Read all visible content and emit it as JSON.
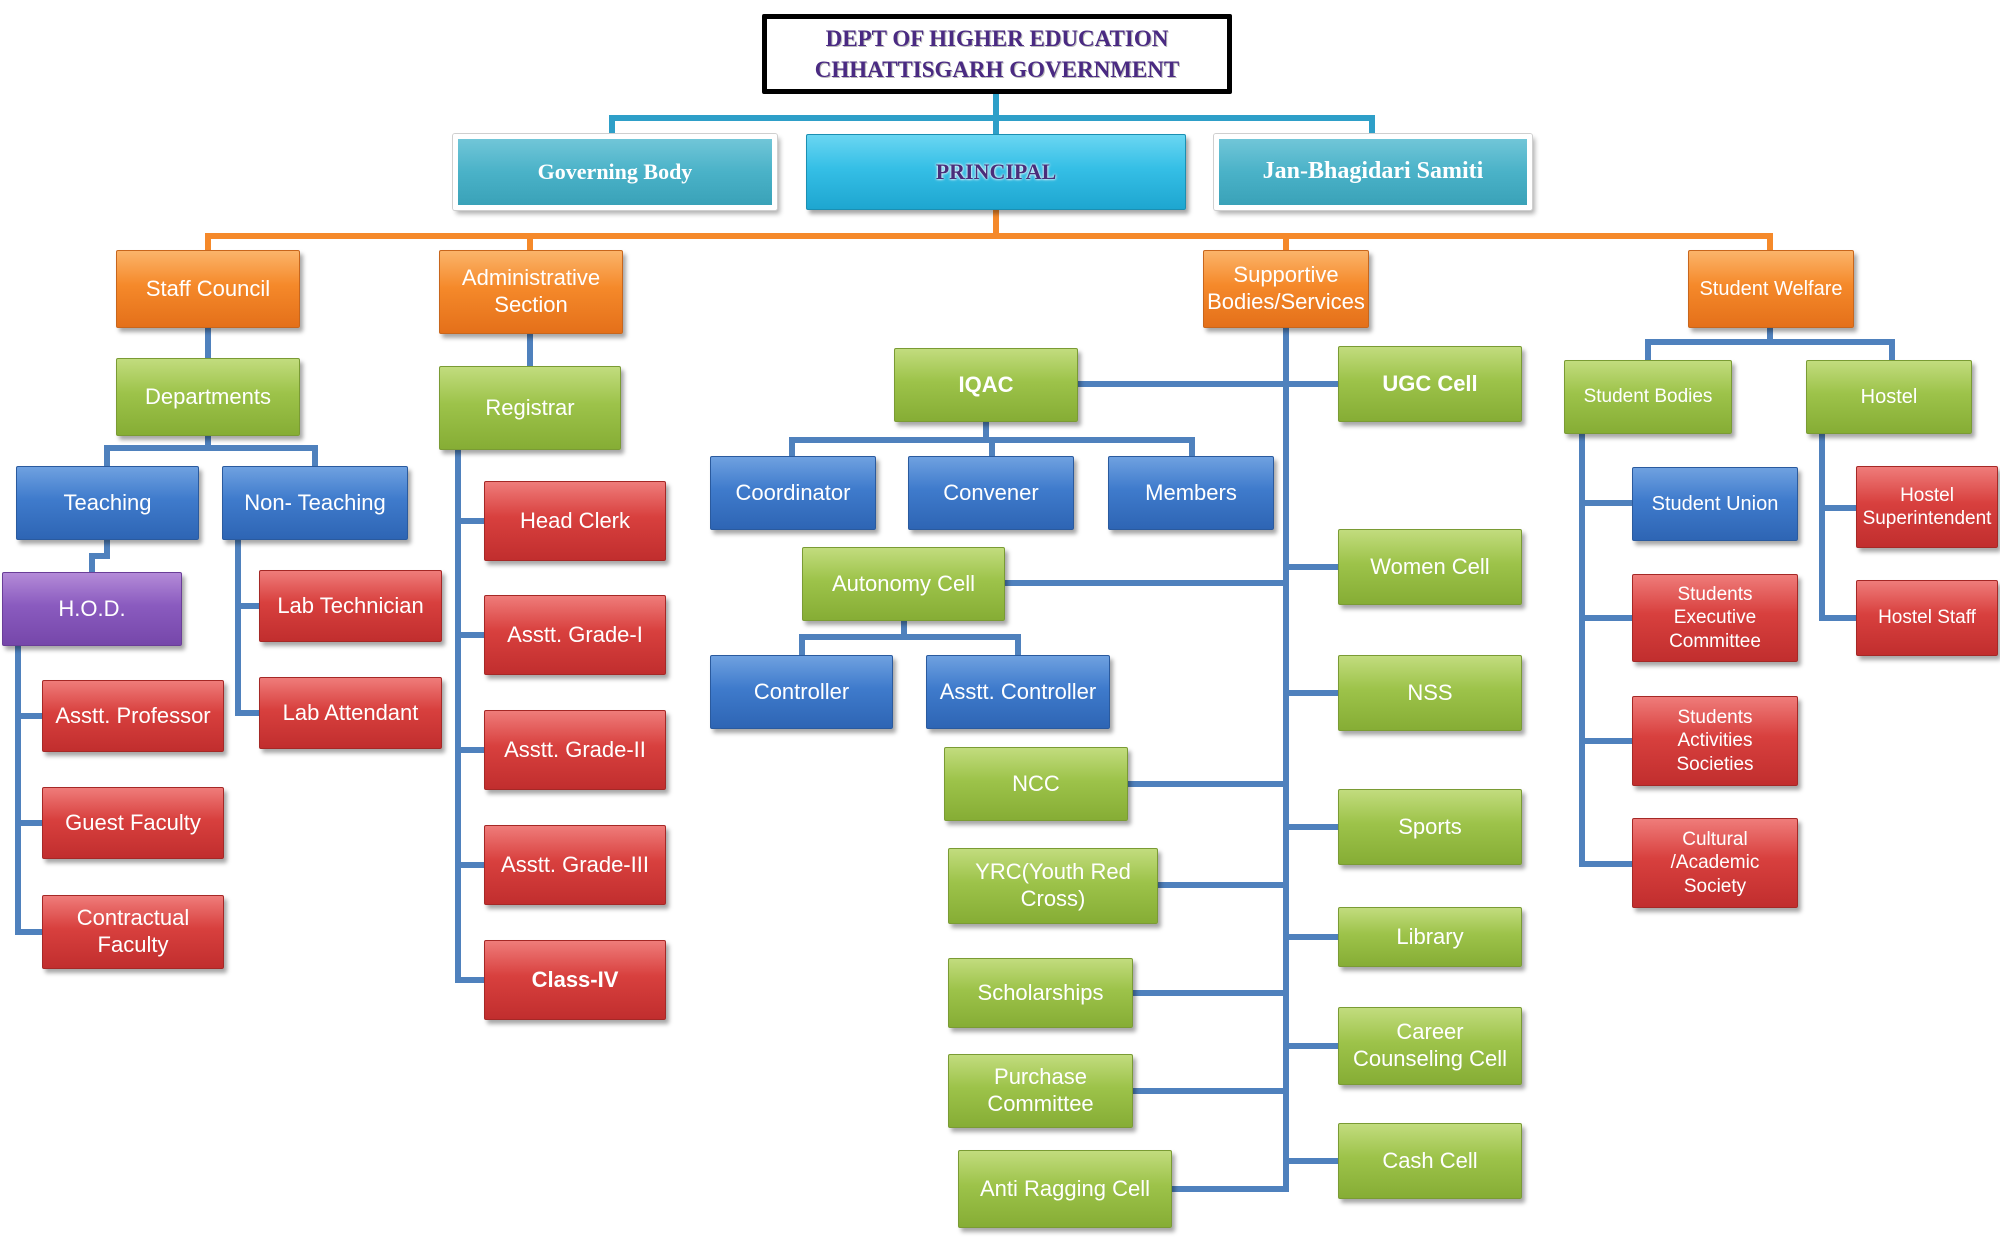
{
  "colors": {
    "connector_top": "#2e9fc8",
    "connector_orange": "#f5892a",
    "connector_blue": "#4f81bd",
    "orange": "#f5892a",
    "green": "#9bbb59",
    "blue": "#3f7bcc",
    "red": "#d8403e",
    "purple": "#8a5bbf",
    "teal": "#4ab2c8"
  },
  "title": {
    "line1": "DEPT OF HIGHER EDUCATION",
    "line2": "CHHATTISGARH GOVERNMENT"
  },
  "top_row": {
    "governing_body": "Governing Body",
    "principal": "PRINCIPAL",
    "jan_bhagidari": "Jan-Bhagidari Samiti"
  },
  "sections": {
    "staff_council": "Staff Council",
    "administrative": [
      "Administrative",
      "Section"
    ],
    "supportive": [
      "Supportive",
      "Bodies/Services"
    ],
    "student_welfare": "Student Welfare"
  },
  "staff_council": {
    "departments": "Departments",
    "teaching": "Teaching",
    "non_teaching": "Non- Teaching",
    "hod": "H.O.D.",
    "asstt_professor": "Asstt. Professor",
    "guest_faculty": "Guest Faculty",
    "contractual_faculty": [
      "Contractual",
      "Faculty"
    ],
    "lab_technician": "Lab Technician",
    "lab_attendant": "Lab Attendant"
  },
  "admin": {
    "registrar": "Registrar",
    "head_clerk": "Head Clerk",
    "grade_1": "Asstt. Grade-I",
    "grade_2": "Asstt. Grade-II",
    "grade_3": "Asstt. Grade-III",
    "class_4": "Class-IV"
  },
  "supportive": {
    "iqac": "IQAC",
    "coordinator": "Coordinator",
    "convener": "Convener",
    "members": "Members",
    "autonomy_cell": "Autonomy Cell",
    "controller": "Controller",
    "asstt_controller": "Asstt. Controller",
    "ncc": "NCC",
    "yrc": [
      "YRC(Youth Red",
      "Cross)"
    ],
    "scholarships": "Scholarships",
    "purchase_committee": [
      "Purchase",
      "Committee"
    ],
    "anti_ragging": "Anti Ragging Cell",
    "ugc_cell": "UGC Cell",
    "women_cell": "Women Cell",
    "nss": "NSS",
    "sports": "Sports",
    "library": "Library",
    "career_cell": [
      "Career",
      "Counseling Cell"
    ],
    "cash_cell": "Cash Cell"
  },
  "welfare": {
    "student_bodies": "Student Bodies",
    "hostel": "Hostel",
    "student_union": "Student Union",
    "executive_committee": [
      "Students",
      "Executive",
      "Committee"
    ],
    "activities_societies": [
      "Students",
      "Activities",
      "Societies"
    ],
    "cultural_society": [
      "Cultural",
      "/Academic",
      "Society"
    ],
    "hostel_superintendent": [
      "Hostel",
      "Superintendent"
    ],
    "hostel_staff": "Hostel Staff"
  }
}
